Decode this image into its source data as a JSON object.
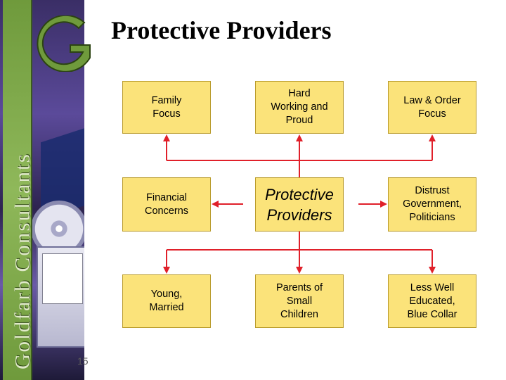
{
  "slide": {
    "title": "Protective Providers",
    "number": "15",
    "brand_text": "Goldfarb Consultants"
  },
  "colors": {
    "box_fill": "#fbe37a",
    "box_border": "#b89a2a",
    "connector": "#e0202a"
  },
  "diagram": {
    "center": "Protective Providers",
    "top": [
      "Family\nFocus",
      "Hard\nWorking and\nProud",
      "Law & Order\nFocus"
    ],
    "middle_left": "Financial\nConcerns",
    "middle_right": "Distrust\nGovernment,\nPoliticians",
    "bottom": [
      "Young,\nMarried",
      "Parents of\nSmall\nChildren",
      "Less Well\nEducated,\nBlue Collar"
    ]
  }
}
